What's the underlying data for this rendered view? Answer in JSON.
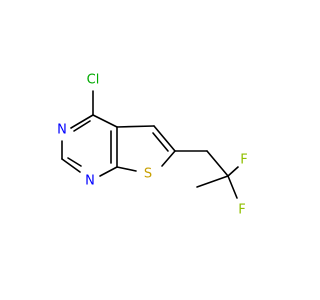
{
  "colors": {
    "carbon": "#000000",
    "chlorine": "#00aa00",
    "nitrogen": "#0000ff",
    "sulfur": "#c8a000",
    "fluorine": "#8fbf00"
  },
  "atoms": {
    "cl": "Cl",
    "n_top": "N",
    "n_bottom": "N",
    "s": "S",
    "f_top": "F",
    "f_bottom": "F"
  }
}
